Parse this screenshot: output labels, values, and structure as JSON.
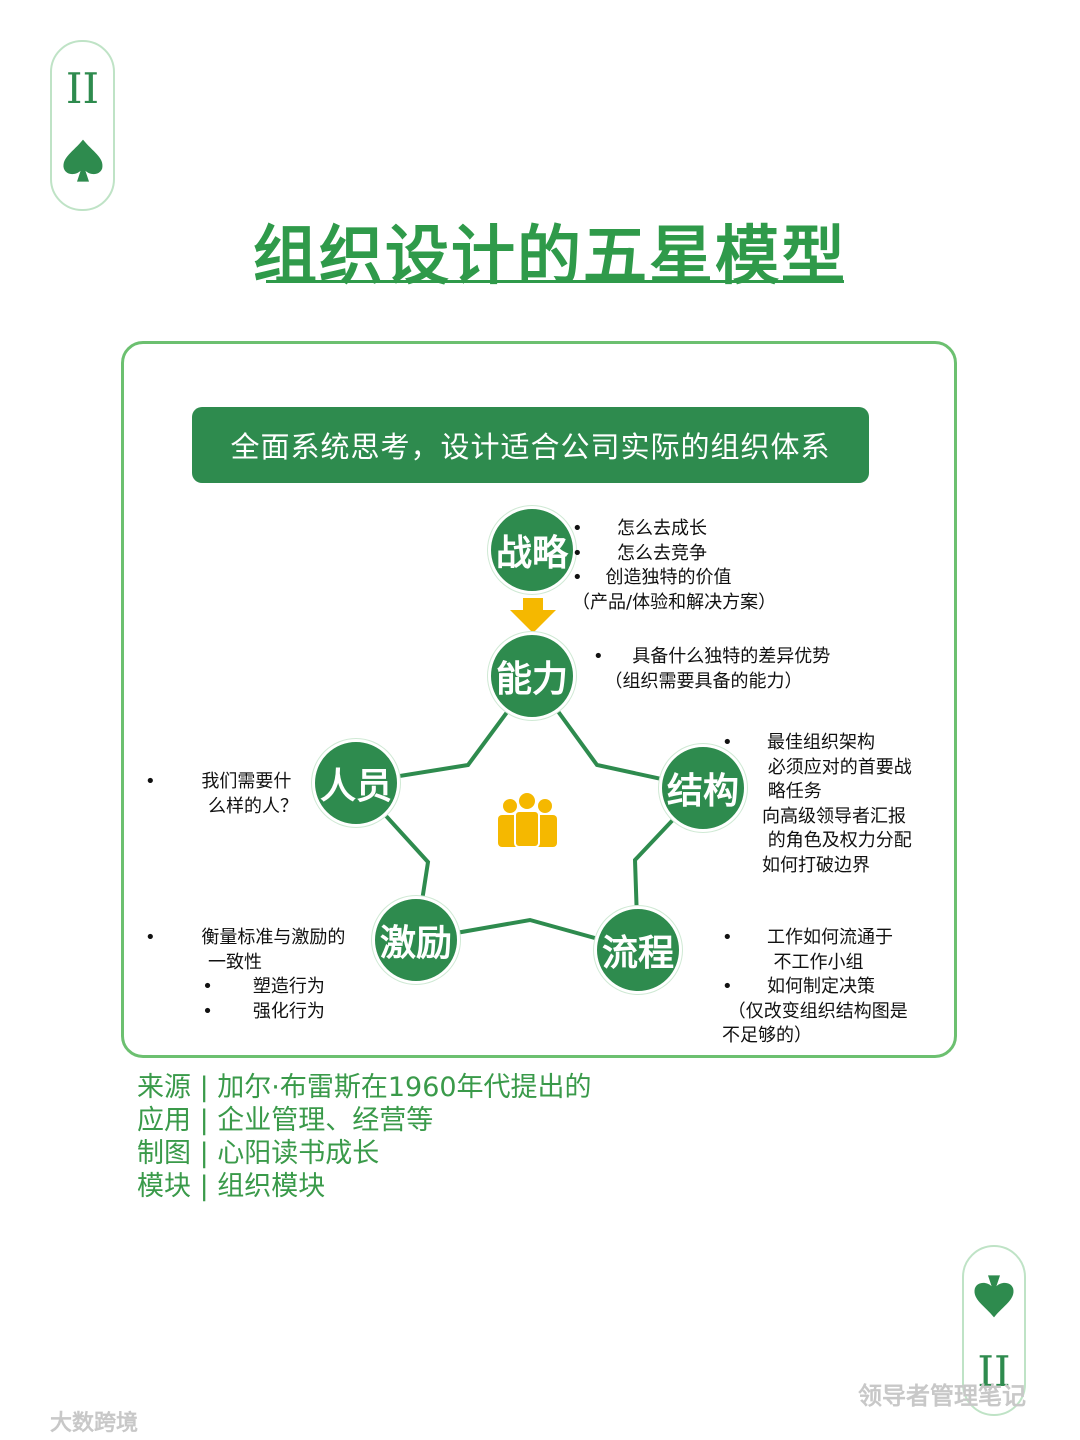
{
  "corner_card": {
    "numeral": "II",
    "suit": "spade"
  },
  "title": "组织设计的五星模型",
  "banner": "全面系统思考，设计适合公司实际的组织体系",
  "nodes": {
    "strategy": "战略",
    "capability": "能力",
    "people": "人员",
    "structure": "结构",
    "incentive": "激励",
    "process": "流程"
  },
  "notes": {
    "strategy": "•      怎么去成长\n•      怎么去竞争\n•    创造独特的价值\n（产品/体验和解决方案）",
    "capability": "•     具备什么独特的差异优势\n  （组织需要具备的能力）",
    "people": "•        我们需要什\n           么样的人？",
    "structure": "•      最佳组织架构\n        必须应对的首要战\n        略任务\n       向高级领导者汇报\n        的角色及权力分配\n       如何打破边界",
    "incentive": "•        衡量标准与激励的\n           一致性\n          •       塑造行为\n          •       强化行为",
    "process": "•      工作如何流通于\n         不工作小组\n•      如何制定决策\n （仅改变组织结构图是\n不足够的）"
  },
  "center_icon": "people-group-icon",
  "arrow_icon": "down-arrow-icon",
  "footer": [
    {
      "label": "来源",
      "value": "加尔·布雷斯在1960年代提出的"
    },
    {
      "label": "应用",
      "value": "企业管理、经营等"
    },
    {
      "label": "制图",
      "value": "心阳读书成长"
    },
    {
      "label": "模块",
      "value": "组织模块"
    }
  ],
  "watermarks": {
    "left": "大数跨境",
    "right": "领导者管理笔记"
  },
  "colors": {
    "green": "#2e8b4e",
    "title_green": "#2f9a4a",
    "border": "#6cc070",
    "arrow": "#f5b800"
  }
}
